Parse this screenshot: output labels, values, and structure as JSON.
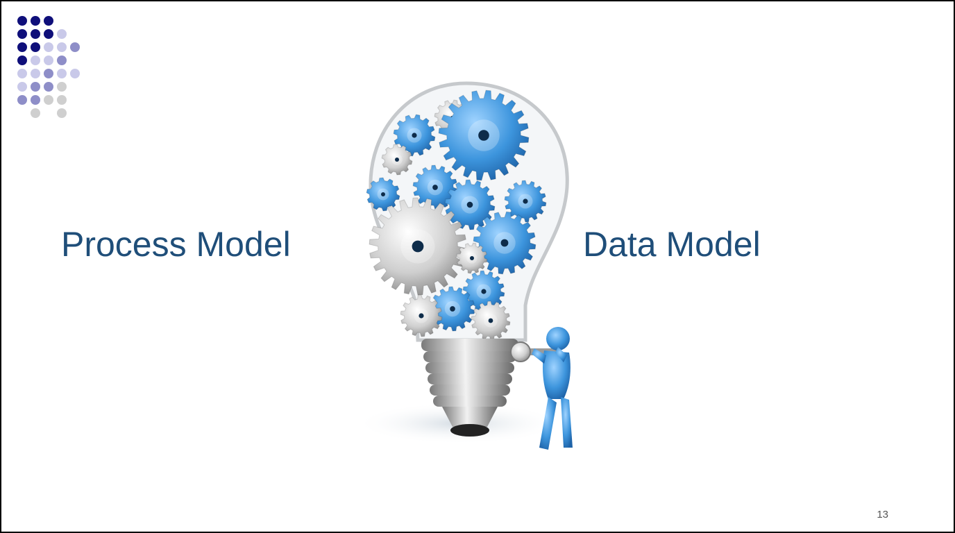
{
  "slide": {
    "left_title": "Process Model",
    "right_title": "Data Model",
    "page_number": "13",
    "illustration": "lightbulb-with-gears-and-figure"
  },
  "colors": {
    "title": "#1f4e79",
    "dot_navy": "#0f0f7a",
    "dot_lavender": "#c9c9e9",
    "dot_purple": "#8e8ec8",
    "dot_gray": "#cfcfcf",
    "gear_blue": "#4a9fe0",
    "gear_silver": "#c8c8c8"
  }
}
